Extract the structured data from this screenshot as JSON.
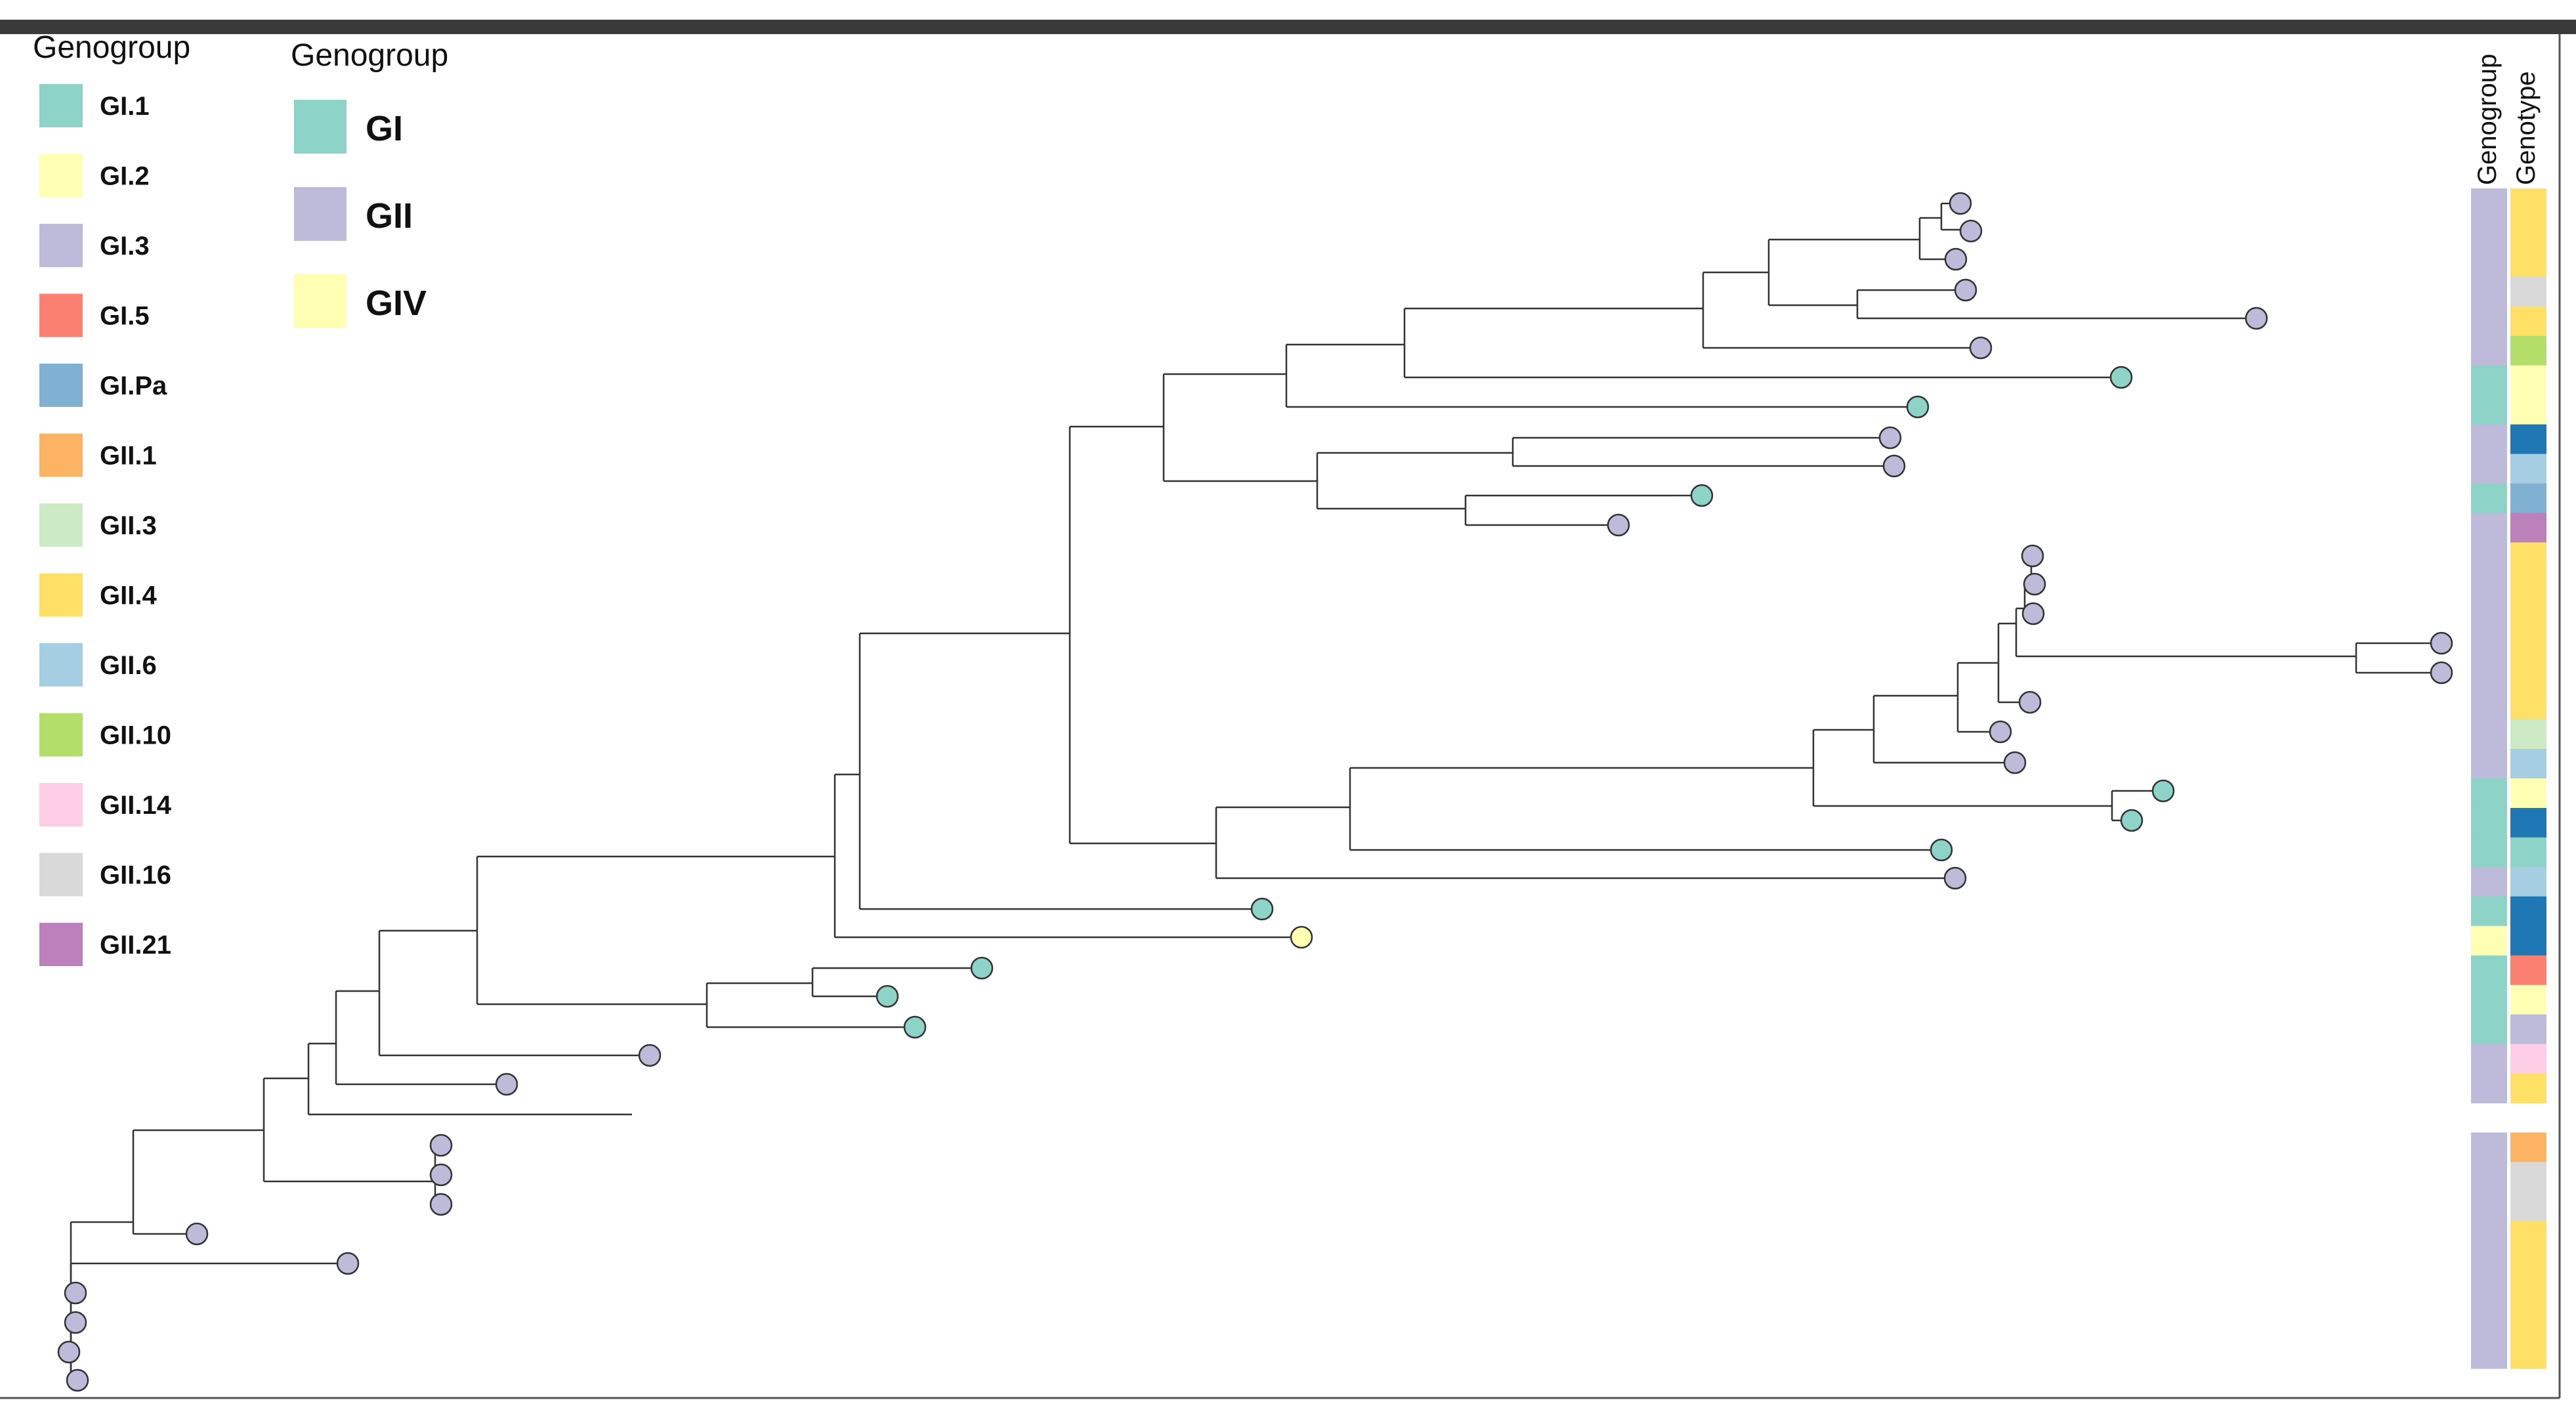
{
  "legend_genotype": {
    "title": "Genogroup",
    "items": [
      {
        "label": "GI.1",
        "color": "#8dd3c7"
      },
      {
        "label": "GI.2",
        "color": "#ffffb3"
      },
      {
        "label": "GI.3",
        "color": "#bebada"
      },
      {
        "label": "GI.5",
        "color": "#fb8072"
      },
      {
        "label": "GI.Pa",
        "color": "#80b1d3"
      },
      {
        "label": "GII.1",
        "color": "#fdb462"
      },
      {
        "label": "GII.3",
        "color": "#ccebc5"
      },
      {
        "label": "GII.4",
        "color": "#ffe066"
      },
      {
        "label": "GII.6",
        "color": "#a6cee3"
      },
      {
        "label": "GII.10",
        "color": "#b3de69"
      },
      {
        "label": "GII.14",
        "color": "#fccde5"
      },
      {
        "label": "GII.16",
        "color": "#d9d9d9"
      },
      {
        "label": "GII.21",
        "color": "#bc80bd"
      }
    ]
  },
  "legend_genogroup": {
    "title": "Genogroup",
    "items": [
      {
        "label": "GI",
        "color": "#8dd3c7"
      },
      {
        "label": "GII",
        "color": "#bebada"
      },
      {
        "label": "GIV",
        "color": "#ffffb3"
      }
    ]
  },
  "strip_labels": {
    "genogroup": "Genogroup",
    "genotype": "Genotype"
  },
  "genogroup_strip": [
    "GII",
    "GII",
    "GII",
    "GII",
    "GII",
    "GII",
    "GI",
    "GI",
    "GII",
    "GII",
    "GI",
    "GII",
    "GII",
    "GII",
    "GII",
    "GII",
    "GII",
    "GII",
    "GII",
    "GII",
    "GI",
    "GI",
    "GI",
    "GII",
    "GI",
    "GIV",
    "GI",
    "GI",
    "GI",
    "GII",
    "GII",
    "",
    "GII",
    "GII",
    "GII",
    "GII",
    "GII",
    "GII",
    "GII",
    "GII"
  ],
  "genotype_strip": [
    "GII.4",
    "GII.4",
    "GII.4",
    "GII.16",
    "GII.4",
    "GII.10",
    "GI.2",
    "GI.2",
    "GI.Pa*",
    "GII.6",
    "GI.Pa",
    "GII.21",
    "GII.4",
    "GII.4",
    "GII.4",
    "GII.4",
    "GII.4",
    "GII.4",
    "GII.3",
    "GII.6",
    "GI.2",
    "GI.Pa*",
    "GI.1",
    "GII.6",
    "GI.Pa*",
    "GI.Pa*",
    "GI.5",
    "GI.2",
    "GI.3",
    "GII.14",
    "GII.4",
    "",
    "GII.1",
    "GII.16",
    "GII.16",
    "GII.4",
    "GII.4",
    "GII.4",
    "GII.4",
    "GII.4"
  ],
  "tip_genogroups": [
    "GII",
    "GII",
    "GII",
    "GII",
    "GII",
    "GII",
    "GI",
    "GI",
    "GII",
    "GII",
    "GI",
    "GII",
    "GII",
    "GII",
    "GII",
    "GII",
    "GII",
    "GII",
    "GII",
    "GII",
    "GI",
    "GI",
    "GI",
    "GII",
    "GI",
    "GIV",
    "GI",
    "GI",
    "GI",
    "GII",
    "GII",
    "GII",
    "GII",
    "GII",
    "GII",
    "GII",
    "GII",
    "GII",
    "GII",
    "GII",
    "GII"
  ],
  "colors": {
    "genogroup": {
      "GI": "#8dd3c7",
      "GII": "#bebada",
      "GIV": "#ffffb3"
    },
    "genotype": {
      "GI.1": "#8dd3c7",
      "GI.2": "#ffffb3",
      "GI.3": "#bebada",
      "GI.5": "#fb8072",
      "GI.Pa": "#80b1d3",
      "GI.Pa*": "#1f78b4",
      "GII.1": "#fdb462",
      "GII.3": "#ccebc5",
      "GII.4": "#ffe066",
      "GII.6": "#a6cee3",
      "GII.10": "#b3de69",
      "GII.14": "#fccde5",
      "GII.16": "#d9d9d9",
      "GII.21": "#bc80bd"
    },
    "frame": "#3a3a3a"
  }
}
